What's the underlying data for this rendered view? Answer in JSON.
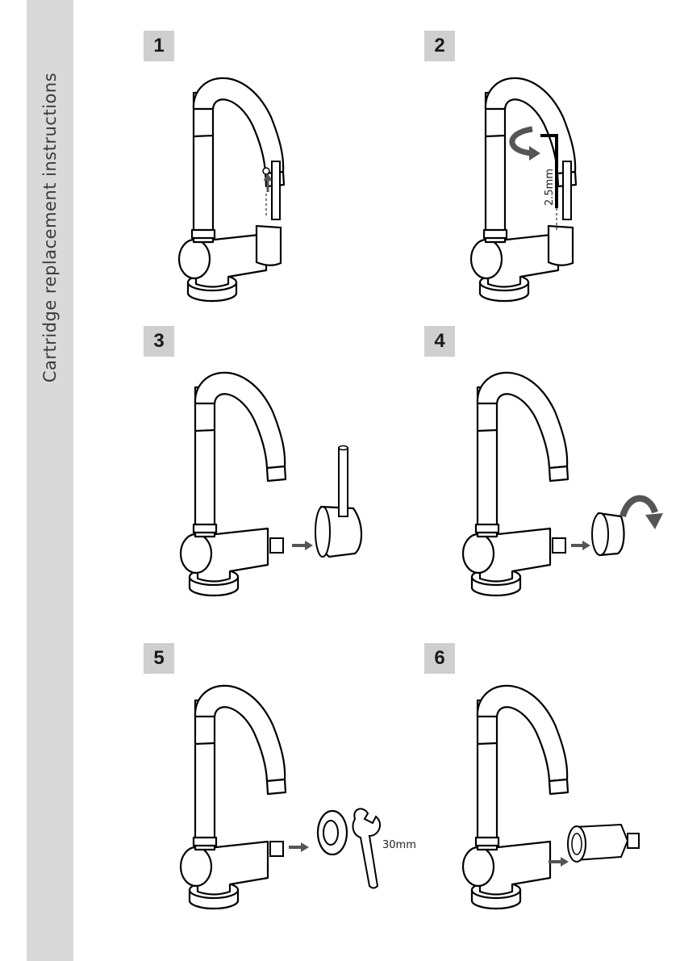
{
  "sidebar": {
    "title": "Cartridge replacement instructions"
  },
  "steps": [
    {
      "number": "1"
    },
    {
      "number": "2",
      "label": "2.5mm"
    },
    {
      "number": "3"
    },
    {
      "number": "4"
    },
    {
      "number": "5",
      "label": "30mm"
    },
    {
      "number": "6"
    }
  ]
}
